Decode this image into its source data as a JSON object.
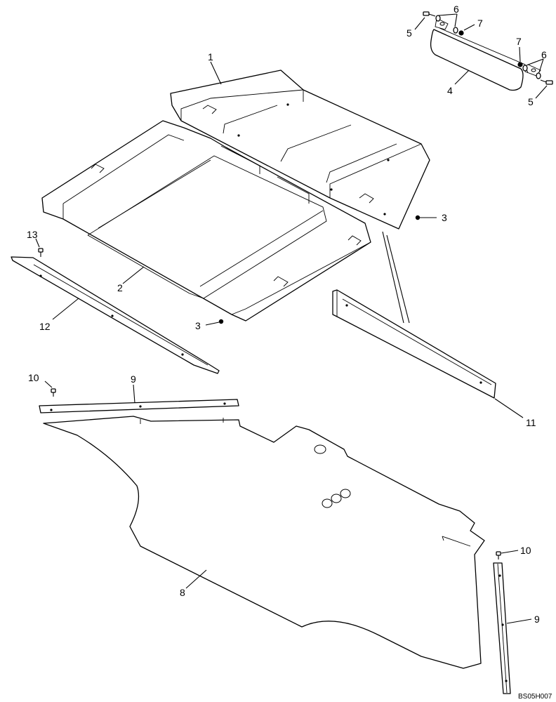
{
  "labels": {
    "p1": "1",
    "p2": "2",
    "p3a": "3",
    "p3b": "3",
    "p4": "4",
    "p5a": "5",
    "p5b": "5",
    "p6a": "6",
    "p6b": "6",
    "p7a": "7",
    "p7b": "7",
    "p8": "8",
    "p9a": "9",
    "p9b": "9",
    "p10a": "10",
    "p10b": "10",
    "p11": "11",
    "p12": "12",
    "p13": "13"
  },
  "drawing_code": "BS05H007"
}
